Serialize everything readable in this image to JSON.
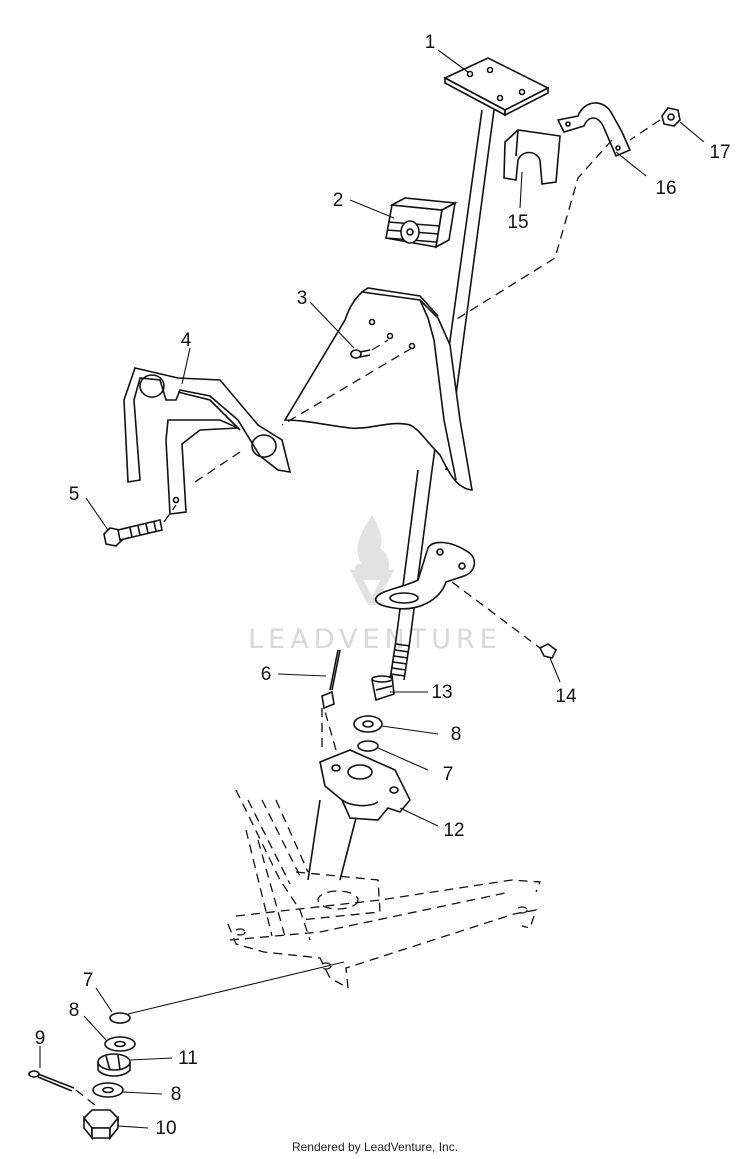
{
  "diagram": {
    "callouts": [
      {
        "id": "c1",
        "label": "1"
      },
      {
        "id": "c2",
        "label": "2"
      },
      {
        "id": "c3",
        "label": "3"
      },
      {
        "id": "c4",
        "label": "4"
      },
      {
        "id": "c5",
        "label": "5"
      },
      {
        "id": "c6",
        "label": "6"
      },
      {
        "id": "c7a",
        "label": "7"
      },
      {
        "id": "c7b",
        "label": "7"
      },
      {
        "id": "c8a",
        "label": "8"
      },
      {
        "id": "c8b",
        "label": "8"
      },
      {
        "id": "c8c",
        "label": "8"
      },
      {
        "id": "c9",
        "label": "9"
      },
      {
        "id": "c10",
        "label": "10"
      },
      {
        "id": "c11",
        "label": "11"
      },
      {
        "id": "c12",
        "label": "12"
      },
      {
        "id": "c13",
        "label": "13"
      },
      {
        "id": "c14",
        "label": "14"
      },
      {
        "id": "c15",
        "label": "15"
      },
      {
        "id": "c16",
        "label": "16"
      },
      {
        "id": "c17",
        "label": "17"
      }
    ],
    "watermark": "LEADVENTURE"
  },
  "footer": {
    "text": "Rendered by LeadVenture, Inc."
  }
}
